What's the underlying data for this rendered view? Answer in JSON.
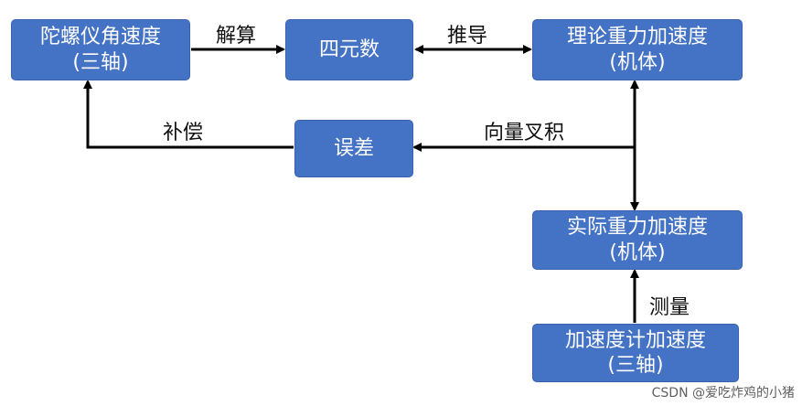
{
  "nodes": {
    "gyro": {
      "line1": "陀螺仪角速度",
      "line2": "(三轴)"
    },
    "quat": {
      "line1": "四元数"
    },
    "theory": {
      "line1": "理论重力加速度",
      "line2": "(机体)"
    },
    "error": {
      "line1": "误差"
    },
    "actual": {
      "line1": "实际重力加速度",
      "line2": "(机体)"
    },
    "accel": {
      "line1": "加速度计加速度",
      "line2": "(三轴)"
    }
  },
  "edges": {
    "solve": "解算",
    "derive": "推导",
    "cross": "向量叉积",
    "compensate": "补偿",
    "measure": "测量"
  },
  "watermark": "CSDN @爱吃炸鸡的小猪",
  "colors": {
    "box_fill": "#4472c4",
    "box_text": "#ffffff",
    "arrow": "#000000"
  }
}
